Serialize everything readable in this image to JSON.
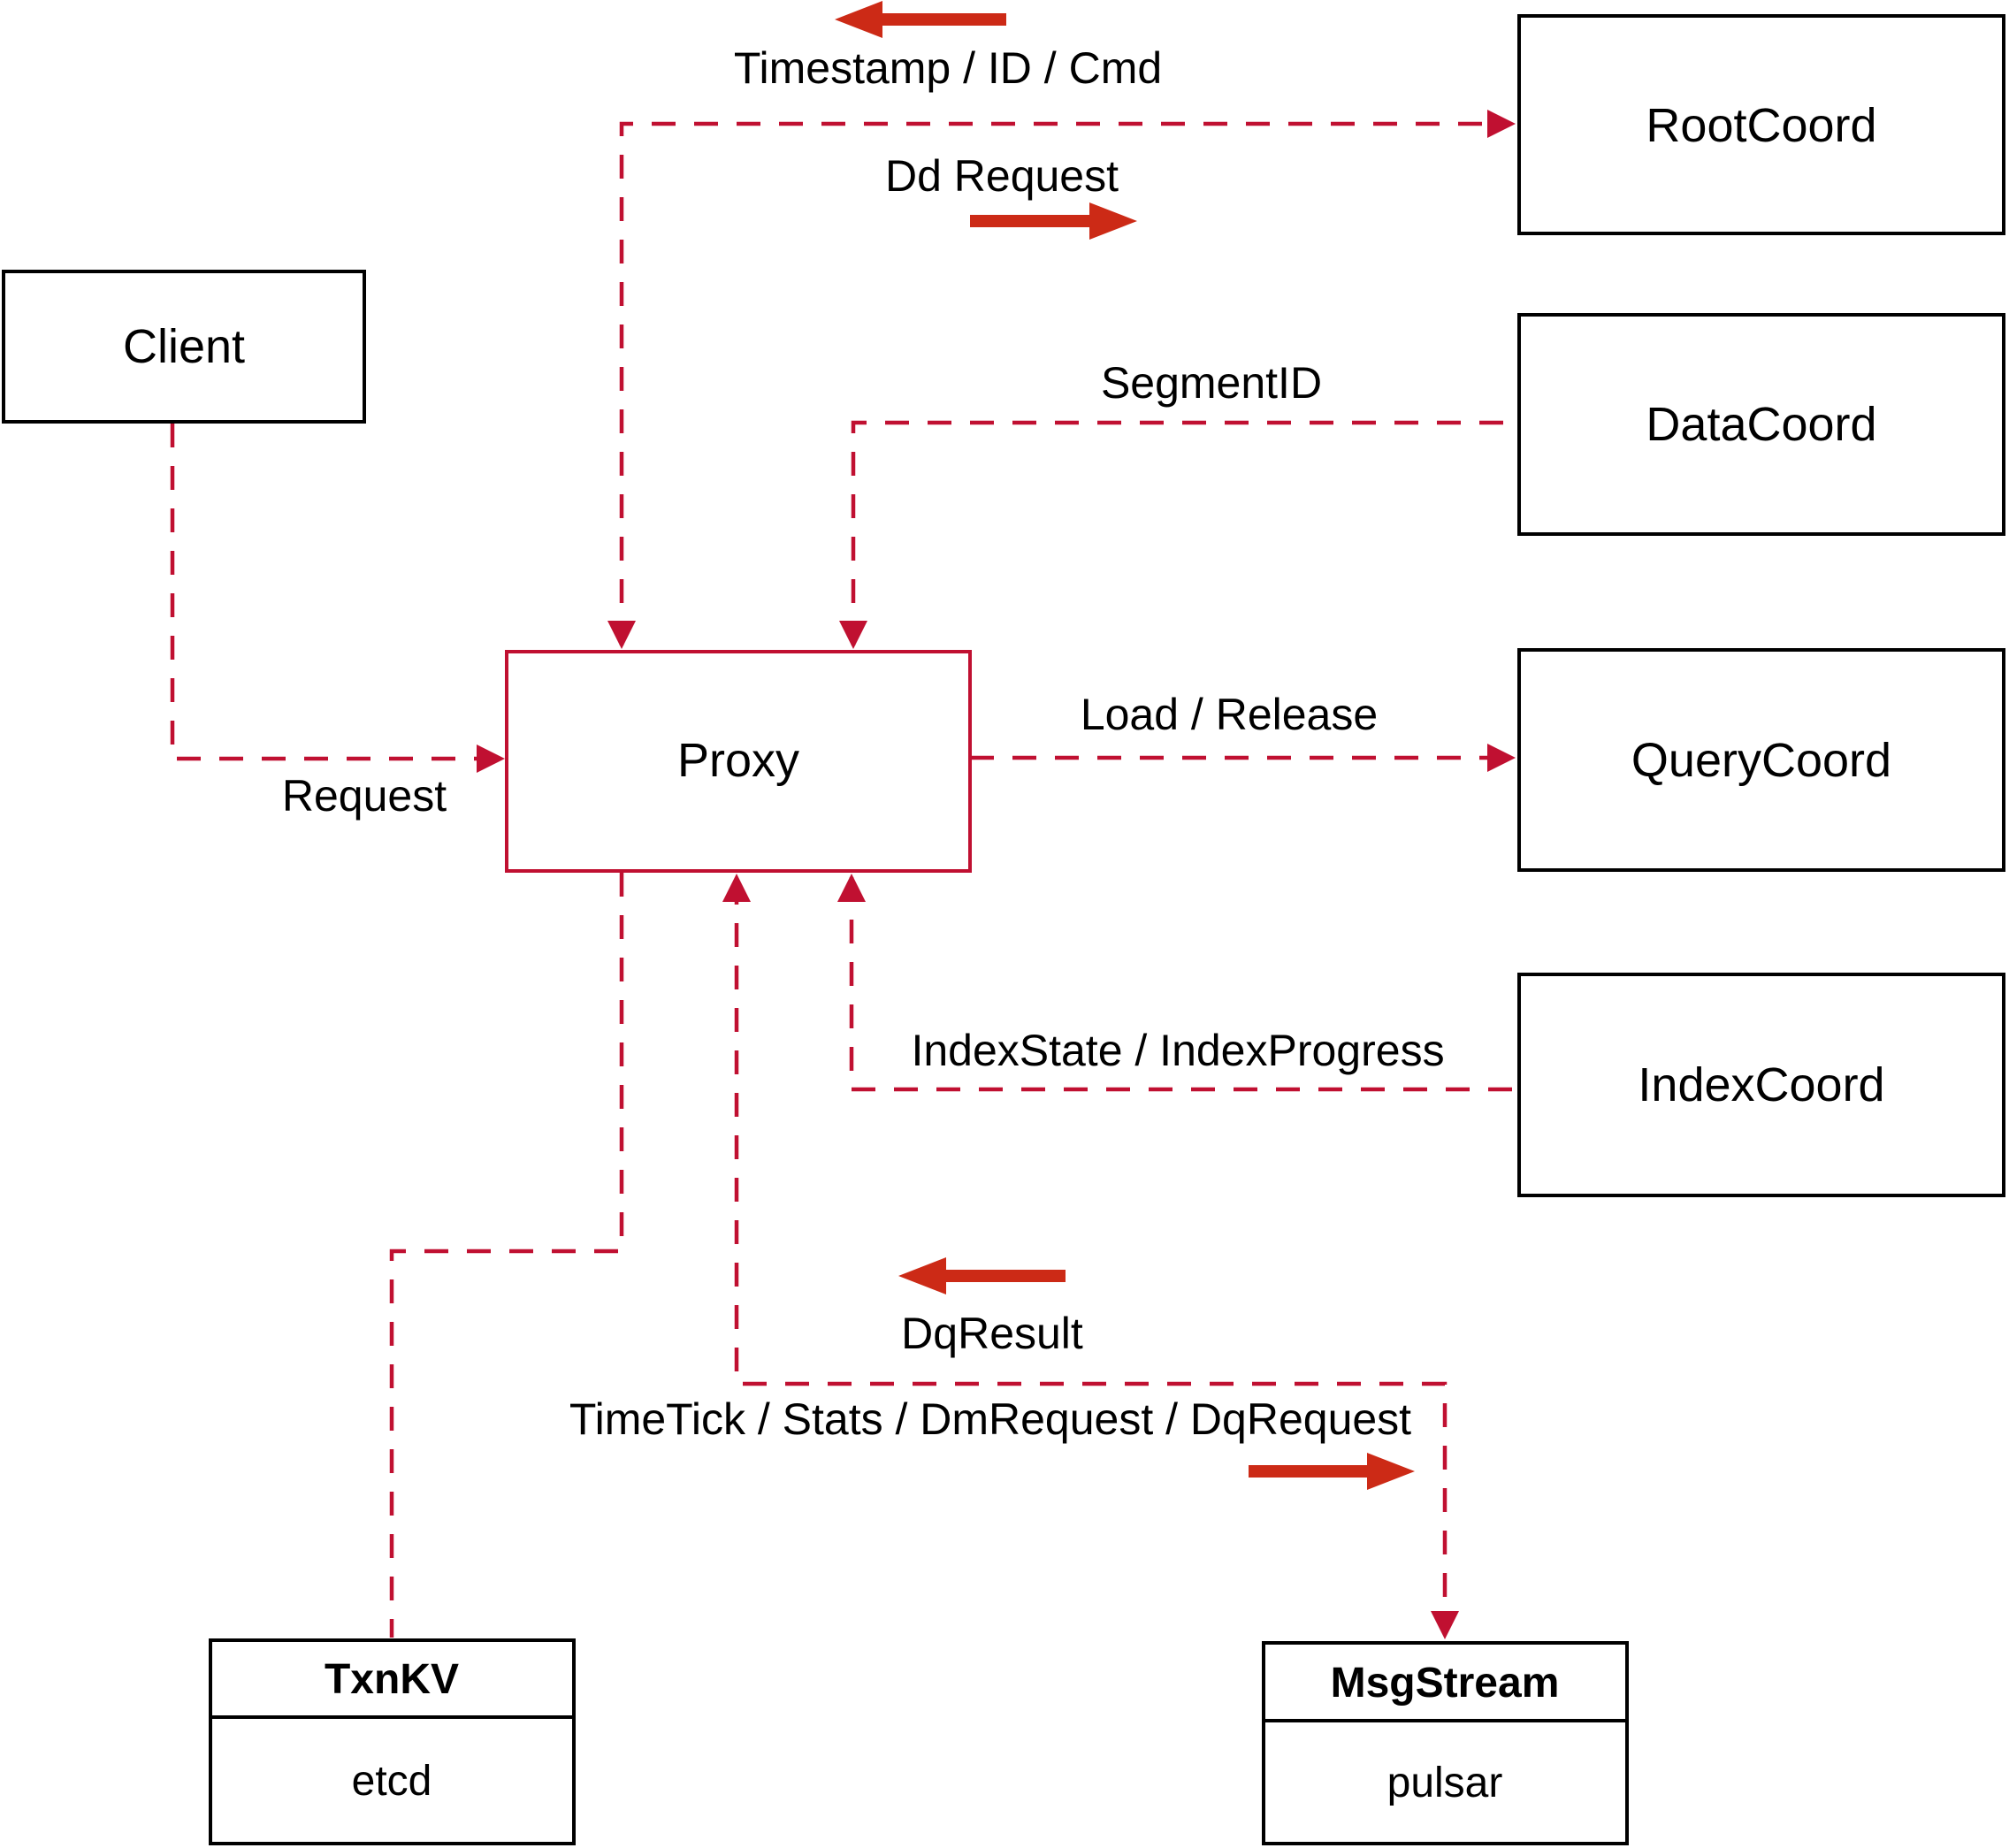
{
  "diagram": {
    "nodes": {
      "client": {
        "label": "Client"
      },
      "proxy": {
        "label": "Proxy"
      },
      "root_coord": {
        "label": "RootCoord"
      },
      "data_coord": {
        "label": "DataCoord"
      },
      "query_coord": {
        "label": "QueryCoord"
      },
      "index_coord": {
        "label": "IndexCoord"
      },
      "txn_kv": {
        "title": "TxnKV",
        "impl": "etcd"
      },
      "msg_stream": {
        "title": "MsgStream",
        "impl": "pulsar"
      }
    },
    "edges": {
      "request": {
        "label": "Request"
      },
      "timestamp_id_cmd": {
        "label": "Timestamp / ID / Cmd"
      },
      "dd_request": {
        "label": "Dd Request"
      },
      "segment_id": {
        "label": "SegmentID"
      },
      "load_release": {
        "label": "Load / Release"
      },
      "index_state": {
        "label": "IndexState / IndexProgress"
      },
      "dq_result": {
        "label": "DqResult"
      },
      "time_tick": {
        "label": "TimeTick / Stats / DmRequest / DqRequest"
      }
    },
    "colors": {
      "line": "#c01031",
      "solid_arrow": "#cc2a16",
      "border": "#000000",
      "text": "#000000",
      "background": "#ffffff"
    }
  }
}
